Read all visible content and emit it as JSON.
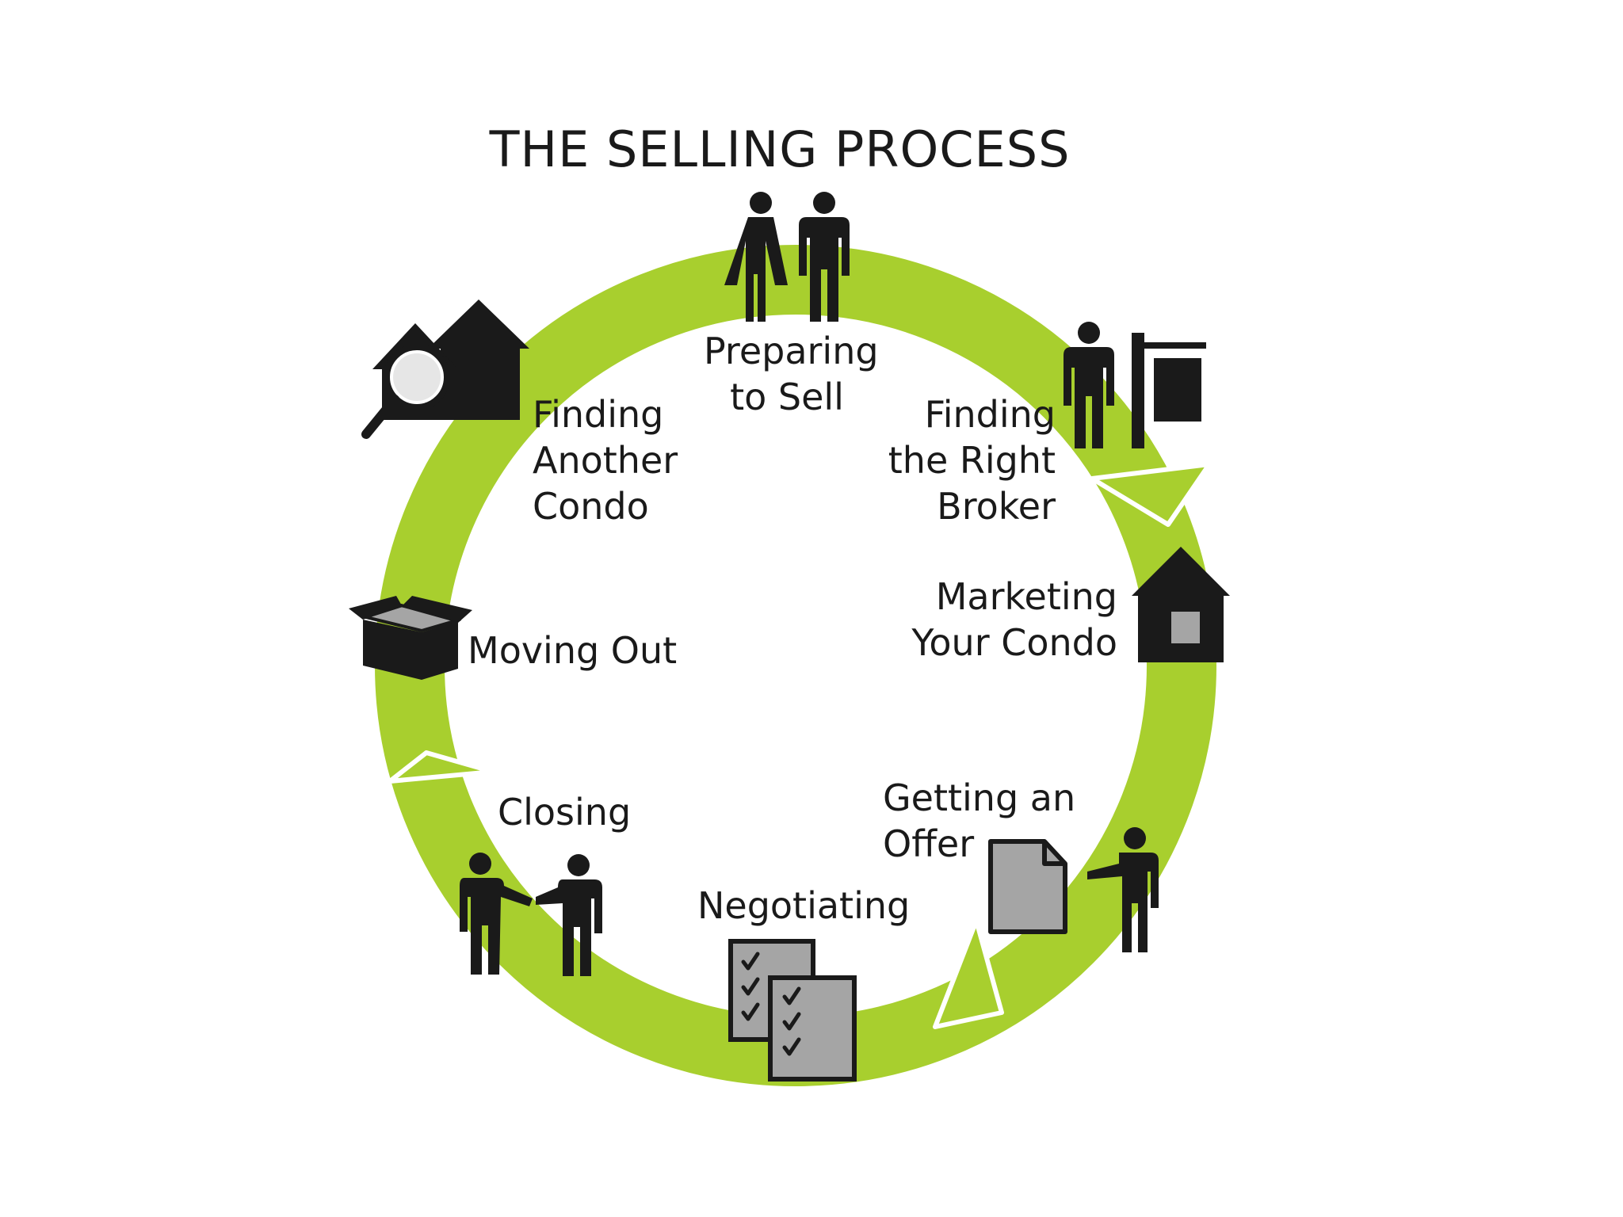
{
  "title": "THE SELLING PROCESS",
  "colors": {
    "ring": "#a8cf2e",
    "icon": "#1a1a1a",
    "doc_fill": "#a5a5a5",
    "text": "#1a1a1a",
    "background": "#ffffff"
  },
  "steps": [
    {
      "id": "preparing",
      "lines": [
        "Preparing",
        "to Sell"
      ],
      "icon": "couple-icon"
    },
    {
      "id": "broker",
      "lines": [
        "Finding",
        "the Right",
        "Broker"
      ],
      "icon": "broker-sign-icon"
    },
    {
      "id": "marketing",
      "lines": [
        "Marketing",
        "Your Condo"
      ],
      "icon": "house-icon"
    },
    {
      "id": "offer",
      "lines": [
        "Getting an",
        "Offer"
      ],
      "icon": "offer-document-icon"
    },
    {
      "id": "negotiating",
      "lines": [
        "Negotiating"
      ],
      "icon": "checklist-icon"
    },
    {
      "id": "closing",
      "lines": [
        "Closing"
      ],
      "icon": "handshake-icon"
    },
    {
      "id": "moving",
      "lines": [
        "Moving Out"
      ],
      "icon": "box-icon"
    },
    {
      "id": "finding",
      "lines": [
        "Finding",
        "Another",
        "Condo"
      ],
      "icon": "house-search-icon"
    }
  ]
}
